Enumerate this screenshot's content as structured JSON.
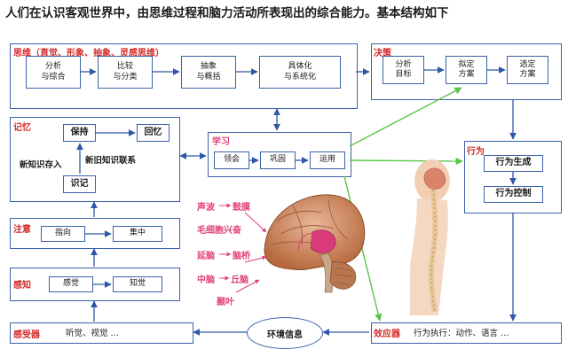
{
  "title": "人们在认识客观世界中，由思维过程和脑力活动所表现出的综合能力。基本结构如下",
  "thinking": {
    "label": "思维（直觉、形象、抽象、灵感思维）",
    "boxes": [
      "分析\n与综合",
      "比较\n与分类",
      "抽象\n与概括",
      "具体化\n与系统化"
    ]
  },
  "decision": {
    "label": "决策",
    "boxes": [
      "分析\n目标",
      "拟定\n方案",
      "选定\n方案"
    ]
  },
  "memory": {
    "label": "记忆",
    "keep": "保持",
    "recall": "回忆",
    "encode": "识记",
    "store": "新知识存入",
    "link": "新旧知识联系"
  },
  "learning": {
    "label": "学习",
    "boxes": [
      "领会",
      "巩固",
      "运用"
    ]
  },
  "behavior": {
    "label": "行为",
    "boxes": [
      "行为生成",
      "行为控制"
    ]
  },
  "attention": {
    "label": "注意",
    "boxes": [
      "指向",
      "集中"
    ]
  },
  "perception": {
    "label": "感知",
    "boxes": [
      "感觉",
      "知觉"
    ]
  },
  "receptor": {
    "label": "感受器",
    "text": "听觉、视觉 …"
  },
  "effector": {
    "label": "效应器",
    "text": "行为执行：动作、语言 …"
  },
  "environment": "环境信息",
  "brain_terms": [
    "声波",
    "鼓膜",
    "毛细胞兴奋",
    "延脑",
    "脑桥",
    "中脑",
    "丘脑",
    "颞叶"
  ]
}
